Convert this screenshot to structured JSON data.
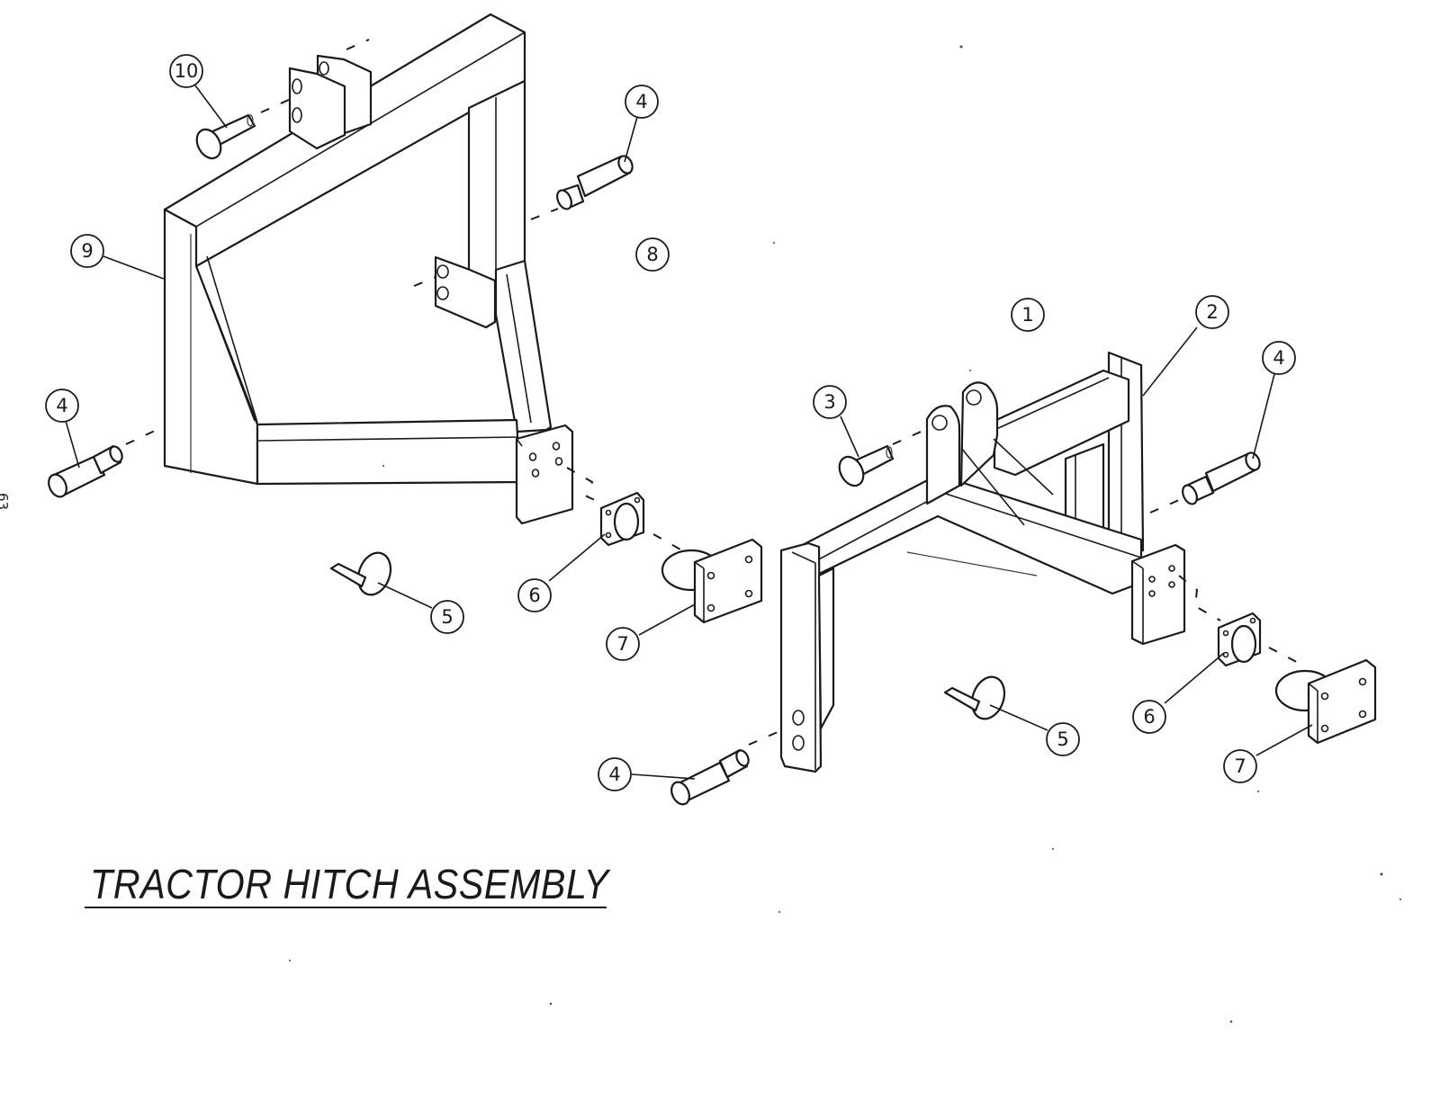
{
  "title": "TRACTOR HITCH ASSEMBLY",
  "page_number": "63",
  "callouts": [
    {
      "id": "left-top-pin-10",
      "label": "10"
    },
    {
      "id": "left-top-pin-4",
      "label": "4"
    },
    {
      "id": "left-frame-9",
      "label": "9"
    },
    {
      "id": "left-frame-8",
      "label": "8"
    },
    {
      "id": "left-bottom-pin-4",
      "label": "4"
    },
    {
      "id": "left-spring-5",
      "label": "5"
    },
    {
      "id": "left-bracket-6",
      "label": "6"
    },
    {
      "id": "left-plate-7",
      "label": "7"
    },
    {
      "id": "right-frame-1",
      "label": "1"
    },
    {
      "id": "right-frame-2",
      "label": "2"
    },
    {
      "id": "right-top-pin-3",
      "label": "3"
    },
    {
      "id": "right-pin-4",
      "label": "4"
    },
    {
      "id": "right-bottom-pin-4",
      "label": "4"
    },
    {
      "id": "right-spring-5",
      "label": "5"
    },
    {
      "id": "right-bracket-6",
      "label": "6"
    },
    {
      "id": "right-plate-7",
      "label": "7"
    }
  ]
}
